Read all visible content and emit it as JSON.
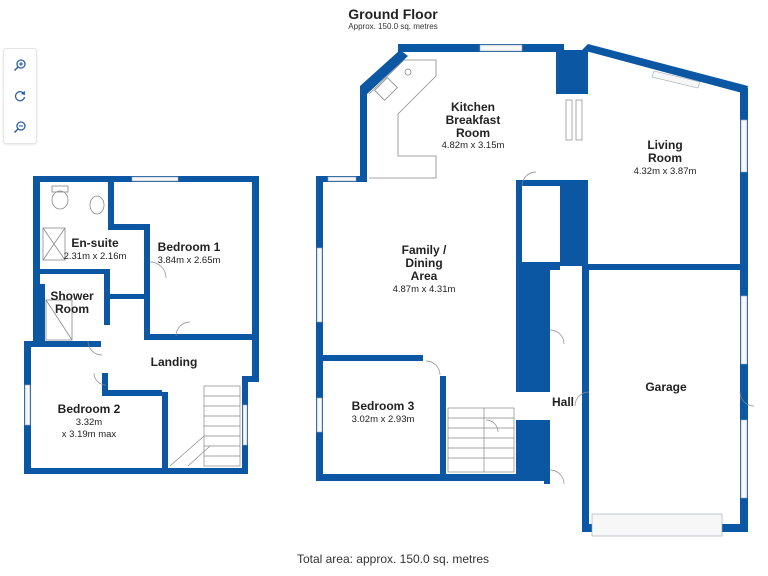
{
  "header": {
    "title": "Ground Floor",
    "area": "Approx. 150.0 sq. metres"
  },
  "footer": {
    "total_area": "Total area: approx. 150.0 sq. metres"
  },
  "toolbar": {
    "buttons": [
      "zoom-in-icon",
      "rotate-icon",
      "zoom-out-icon"
    ]
  },
  "rooms": {
    "ensuite": {
      "name": "En-suite",
      "dims": "2.31m x 2.16m"
    },
    "bedroom1": {
      "name": "Bedroom 1",
      "dims": "3.84m x 2.65m"
    },
    "shower": {
      "name1": "Shower",
      "name2": "Room"
    },
    "landing": {
      "name": "Landing"
    },
    "bedroom2": {
      "name": "Bedroom 2",
      "dims1": "3.32m",
      "dims2": "x 3.19m max"
    },
    "kitchen": {
      "name1": "Kitchen",
      "name2": "Breakfast",
      "name3": "Room",
      "dims": "4.82m x 3.15m"
    },
    "living": {
      "name1": "Living",
      "name2": "Room",
      "dims": "4.32m x 3.87m"
    },
    "family": {
      "name1": "Family /",
      "name2": "Dining",
      "name3": "Area",
      "dims": "4.87m x 4.31m"
    },
    "bedroom3": {
      "name": "Bedroom 3",
      "dims": "3.02m x 2.93m"
    },
    "hall": {
      "name": "Hall"
    },
    "garage": {
      "name": "Garage"
    }
  },
  "colors": {
    "wall": "#0b57a4",
    "window": "#f4f4f4",
    "fixture": "#888888"
  }
}
